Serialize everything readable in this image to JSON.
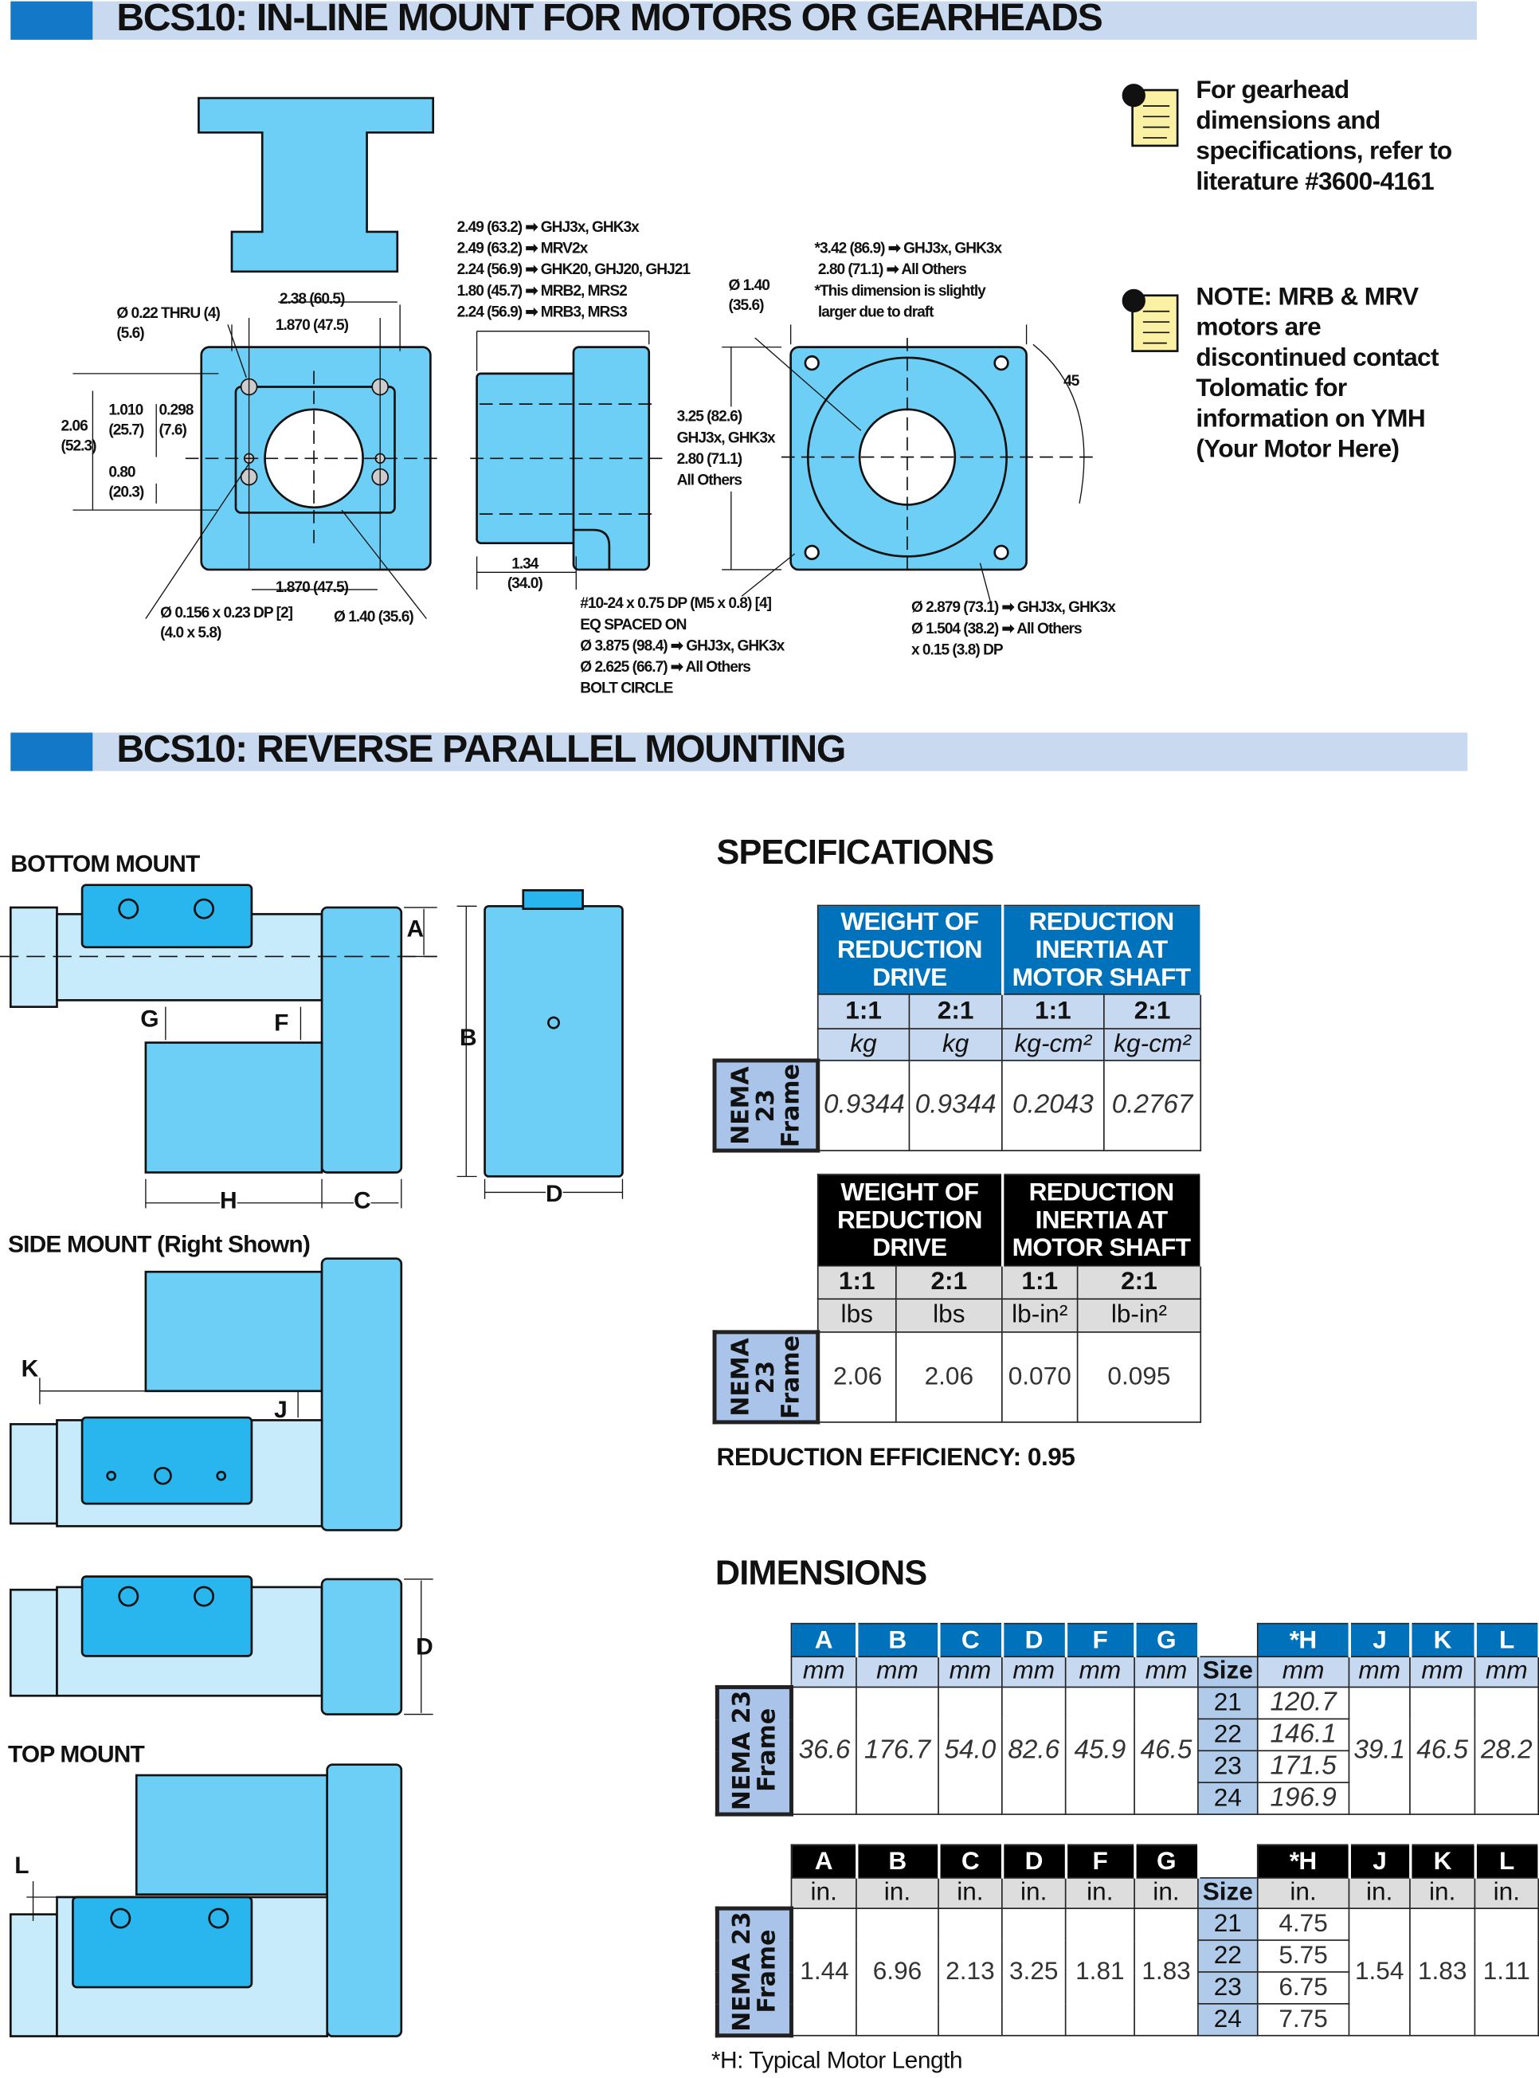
{
  "sections": {
    "inline_title": "BCS10: IN-LINE MOUNT FOR MOTORS OR GEARHEADS",
    "reverse_title": "BCS10: REVERSE PARALLEL MOUNTING"
  },
  "notes": [
    {
      "icon": "document-note-icon",
      "text": "For gearhead\ndimensions and\nspecifications, refer to\nliterature #3600-4161"
    },
    {
      "icon": "document-note-icon",
      "text": "NOTE: MRB & MRV\nmotors are\ndiscontinued contact\nTolomatic for\ninformation on YMH\n(Your Motor Here)"
    }
  ],
  "inline_labels": {
    "thru_holes": "Ø 0.22 THRU (4)\n(5.6)",
    "width_238": "2.38 (60.5)",
    "width_1870_top": "1.870 (47.5)",
    "dim_1010": "1.010\n(25.7)",
    "dim_0298": "0.298\n(7.6)",
    "dim_206": "2.06\n(52.3)",
    "dim_080": "0.80\n(20.3)",
    "width_1870_bottom": "1.870 (47.5)",
    "dowel": "Ø 0.156 x 0.23 DP [2]\n(4.0 x 5.8)",
    "bore": "Ø 1.40 (35.6)",
    "length_list": "2.49 (63.2) ➡ GHJ3x, GHK3x\n2.49 (63.2) ➡ MRV2x\n2.24 (56.9) ➡ GHK20, GHJ20, GHJ21\n1.80 (45.7) ➡ MRB2, MRS2\n2.24 (56.9) ➡ MRB3, MRS3",
    "dim_134": "1.34\n(34.0)",
    "bore_side": "Ø 1.40\n(35.6)",
    "square": "*3.42 (86.9) ➡ GHJ3x, GHK3x\n 2.80 (71.1) ➡ All Others\n*This dimension is slightly\n larger due to draft",
    "height": "3.25 (82.6)\nGHJ3x, GHK3x\n2.80 (71.1)\nAll Others",
    "angle": "45",
    "bolt_circle": "#10-24 x 0.75 DP (M5 x 0.8) [4]\nEQ SPACED ON\nØ 3.875 (98.4) ➡ GHJ3x, GHK3x\nØ 2.625 (66.7) ➡ All Others\nBOLT CIRCLE",
    "pilot": "Ø 2.879 (73.1) ➡ GHJ3x, GHK3x\nØ 1.504 (38.2) ➡ All Others\nx 0.15 (3.8) DP"
  },
  "mounts": {
    "bottom": "BOTTOM MOUNT",
    "side": "SIDE MOUNT (Right Shown)",
    "top": "TOP MOUNT"
  },
  "dim_letters": {
    "A": "A",
    "B": "B",
    "C": "C",
    "D": "D",
    "F": "F",
    "G": "G",
    "H": "H",
    "J": "J",
    "K": "K",
    "L": "L"
  },
  "specifications": {
    "title": "SPECIFICATIONS",
    "metric": {
      "headers": [
        "WEIGHT OF REDUCTION DRIVE",
        "REDUCTION INERTIA AT MOTOR SHAFT"
      ],
      "ratios": [
        "1:1",
        "2:1",
        "1:1",
        "2:1"
      ],
      "units": [
        "kg",
        "kg",
        "kg-cm²",
        "kg-cm²"
      ],
      "row_label": "NEMA\n23\nFrame",
      "values": [
        "0.9344",
        "0.9344",
        "0.2043",
        "0.2767"
      ]
    },
    "imperial": {
      "headers": [
        "WEIGHT OF REDUCTION DRIVE",
        "REDUCTION INERTIA AT MOTOR SHAFT"
      ],
      "ratios": [
        "1:1",
        "2:1",
        "1:1",
        "2:1"
      ],
      "units": [
        "lbs",
        "lbs",
        "lb-in²",
        "lb-in²"
      ],
      "row_label": "NEMA\n23\nFrame",
      "values": [
        "2.06",
        "2.06",
        "0.070",
        "0.095"
      ]
    },
    "efficiency": "REDUCTION EFFICIENCY: 0.95"
  },
  "dimensions": {
    "title": "DIMENSIONS",
    "columns": [
      "A",
      "B",
      "C",
      "D",
      "F",
      "G",
      "*H",
      "J",
      "K",
      "L"
    ],
    "size_label": "Size",
    "row_label": "NEMA 23\nFrame",
    "metric": {
      "unit": "mm",
      "A": "36.6",
      "B": "176.7",
      "C": "54.0",
      "D": "82.6",
      "F": "45.9",
      "G": "46.5",
      "sizes": [
        "21",
        "22",
        "23",
        "24"
      ],
      "H": [
        "120.7",
        "146.1",
        "171.5",
        "196.9"
      ],
      "J": "39.1",
      "K": "46.5",
      "L": "28.2"
    },
    "imperial": {
      "unit": "in.",
      "A": "1.44",
      "B": "6.96",
      "C": "2.13",
      "D": "3.25",
      "F": "1.81",
      "G": "1.83",
      "sizes": [
        "21",
        "22",
        "23",
        "24"
      ],
      "H": [
        "4.75",
        "5.75",
        "6.75",
        "7.75"
      ],
      "J": "1.54",
      "K": "1.83",
      "L": "1.11"
    },
    "footnote": "*H: Typical Motor Length"
  },
  "colors": {
    "header_blue": "#0072bc",
    "part_blue": "#6dcff6",
    "sub_blue": "#c6d9f0"
  }
}
